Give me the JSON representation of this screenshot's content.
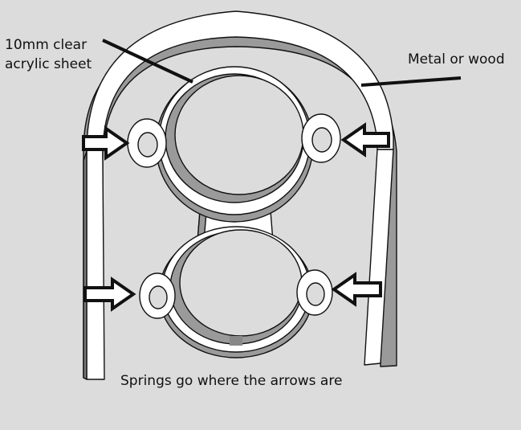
{
  "labels": {
    "acrylic_line1": "10mm clear",
    "acrylic_line2": "acrylic sheet",
    "frame": "Metal or wood",
    "caption": "Springs go where the arrows are"
  },
  "colors": {
    "background": "#dcdcdc",
    "part_face": "#ffffff",
    "part_edge": "#9a9a9a",
    "outline": "#111111",
    "arrow_fill": "#ffffff"
  },
  "icons": [
    "arrow-right-icon",
    "arrow-left-icon"
  ]
}
